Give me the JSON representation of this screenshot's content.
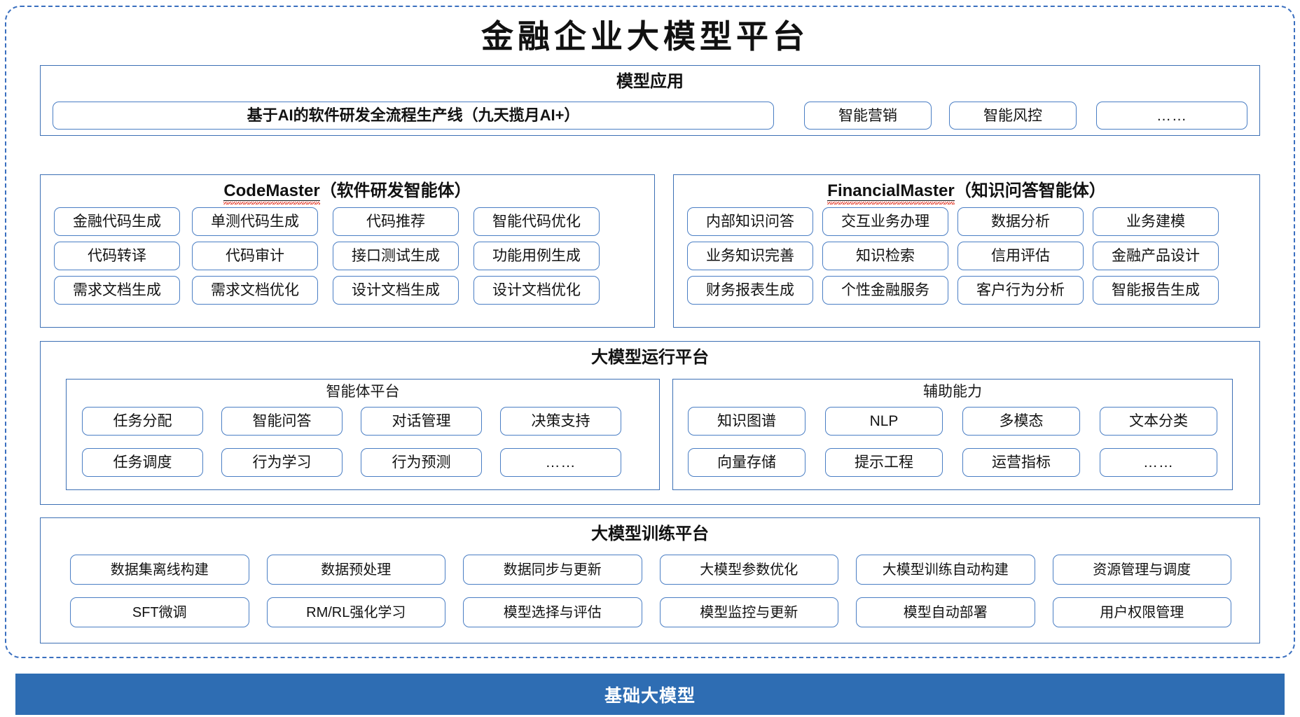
{
  "title": "金融企业大模型平台",
  "colors": {
    "frame_border": "#3A6FBF",
    "panel_border": "#3C6FB4",
    "chip_border": "#4A7EC4",
    "base_bar_bg": "#2E6DB3",
    "spellcheck_underline": "#E12B18",
    "text": "#111111"
  },
  "model_application": {
    "title": "模型应用",
    "items": [
      "基于AI的软件研发全流程生产线（九天揽月AI+）",
      "智能营销",
      "智能风控",
      "……"
    ]
  },
  "code_master": {
    "title_en": "CodeMaster",
    "title_cn": "（软件研发智能体）",
    "rows": [
      [
        "金融代码生成",
        "单测代码生成",
        "代码推荐",
        "智能代码优化"
      ],
      [
        "代码转译",
        "代码审计",
        "接口测试生成",
        "功能用例生成"
      ],
      [
        "需求文档生成",
        "需求文档优化",
        "设计文档生成",
        "设计文档优化"
      ]
    ]
  },
  "financial_master": {
    "title_en": "FinancialMaster",
    "title_cn": "（知识问答智能体）",
    "rows": [
      [
        "内部知识问答",
        "交互业务办理",
        "数据分析",
        "业务建模"
      ],
      [
        "业务知识完善",
        "知识检索",
        "信用评估",
        "金融产品设计"
      ],
      [
        "财务报表生成",
        "个性金融服务",
        "客户行为分析",
        "智能报告生成"
      ]
    ]
  },
  "runtime_platform": {
    "title": "大模型运行平台",
    "agent_platform": {
      "title": "智能体平台",
      "rows": [
        [
          "任务分配",
          "智能问答",
          "对话管理",
          "决策支持"
        ],
        [
          "任务调度",
          "行为学习",
          "行为预测",
          "……"
        ]
      ]
    },
    "support_capability": {
      "title": "辅助能力",
      "rows": [
        [
          "知识图谱",
          "NLP",
          "多模态",
          "文本分类"
        ],
        [
          "向量存储",
          "提示工程",
          "运营指标",
          "……"
        ]
      ]
    }
  },
  "training_platform": {
    "title": "大模型训练平台",
    "rows": [
      [
        "数据集离线构建",
        "数据预处理",
        "数据同步与更新",
        "大模型参数优化",
        "大模型训练自动构建",
        "资源管理与调度"
      ],
      [
        "SFT微调",
        "RM/RL强化学习",
        "模型选择与评估",
        "模型监控与更新",
        "模型自动部署",
        "用户权限管理"
      ]
    ]
  },
  "base_layer": {
    "label": "基础大模型"
  }
}
